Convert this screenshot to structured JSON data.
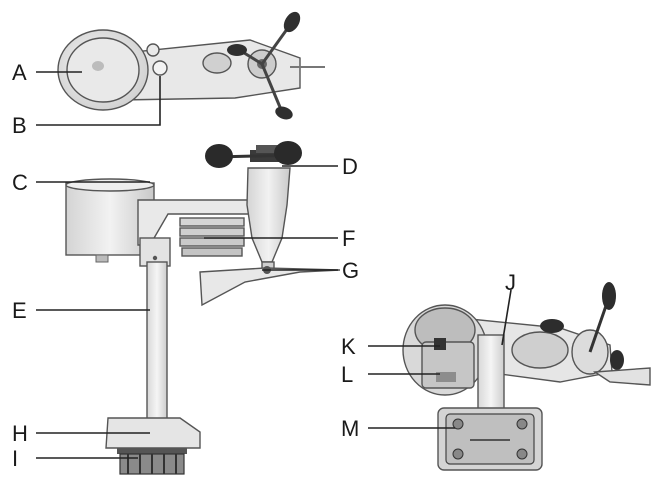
{
  "labels": {
    "A": "A",
    "B": "B",
    "C": "C",
    "D": "D",
    "E": "E",
    "F": "F",
    "G": "G",
    "H": "H",
    "I": "I",
    "J": "J",
    "K": "K",
    "L": "L",
    "M": "M"
  },
  "colors": {
    "outline": "#555555",
    "light_part": "#e6e6e6",
    "mid_part": "#cfcfcf",
    "dark_part": "#3a3a3a",
    "leader": "#222222"
  }
}
